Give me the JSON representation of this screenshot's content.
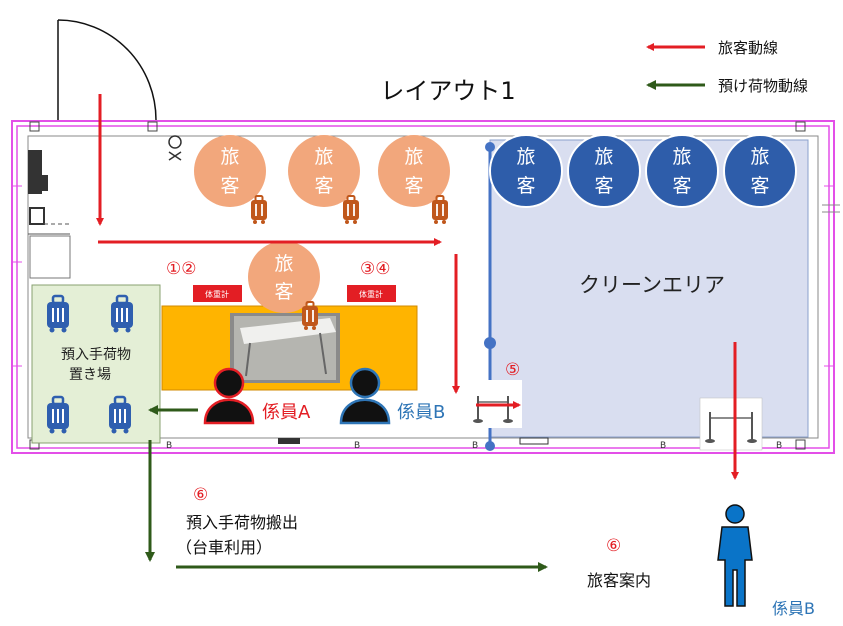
{
  "title": "レイアウト1",
  "legend": {
    "passenger_flow": "旅客動線",
    "baggage_flow": "預け荷物動線",
    "passenger_color": "#e31e24",
    "baggage_color": "#2f5a1a"
  },
  "passenger_glyph": {
    "line1": "旅",
    "line2": "客"
  },
  "clean_area": "クリーンエリア",
  "baggage_area": {
    "line1": "預入手荷物",
    "line2": "置き場"
  },
  "scales": {
    "left_label": "体重計",
    "right_label": "体重計"
  },
  "steps": {
    "s12": "①②",
    "s34": "③④",
    "s5": "⑤",
    "s6_bag": "⑥",
    "s6_pax": "⑥"
  },
  "staff": {
    "a": "係員A",
    "b": "係員B",
    "b_outside": "係員B"
  },
  "bag_out": {
    "line1": "預入手荷物搬出",
    "line2": "（台車利用）"
  },
  "passenger_guide": "旅客案内",
  "colors": {
    "wall": "#e34fe8",
    "orange_circle": "#f2a77c",
    "blue_circle": "#2e5daa",
    "suitcase": "#c0571b",
    "clean_fill": "#d9def0",
    "counter": "#ffb400",
    "baggage_fill": "#e4efd6",
    "blue_bag": "#2f5faf",
    "pole": "#4472c4",
    "staff_a_color": "#e31e24",
    "staff_b_color": "#2e75b6"
  }
}
